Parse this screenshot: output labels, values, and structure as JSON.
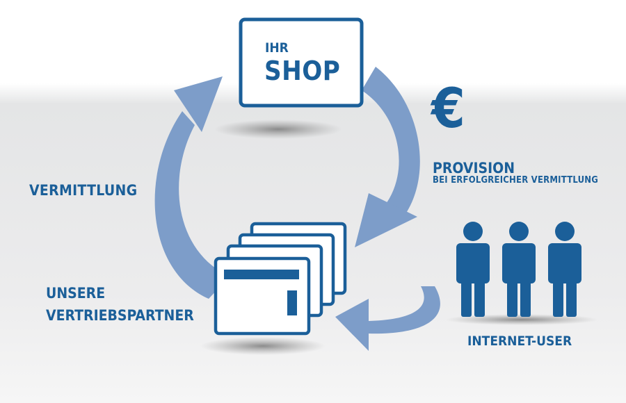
{
  "shop": {
    "line1": "IHR",
    "line2": "SHOP"
  },
  "labels": {
    "vermittlung": "VERMITTLUNG",
    "partner_line1": "UNSERE",
    "partner_line2": "VERTRIEBSPARTNER",
    "provision": "PROVISION",
    "provision_sub": "BEI ERFOLGREICHER VERMITTLUNG",
    "internet_user": "INTERNET-USER"
  },
  "currency_symbol": "€",
  "colors": {
    "primary_blue": "#1b5f99",
    "arrow_blue": "#7d9dc9",
    "background": "#ececed"
  },
  "icons": [
    "shop-screen-icon",
    "euro-icon",
    "cycle-arrow-icon",
    "partner-windows-icon",
    "people-icon"
  ]
}
